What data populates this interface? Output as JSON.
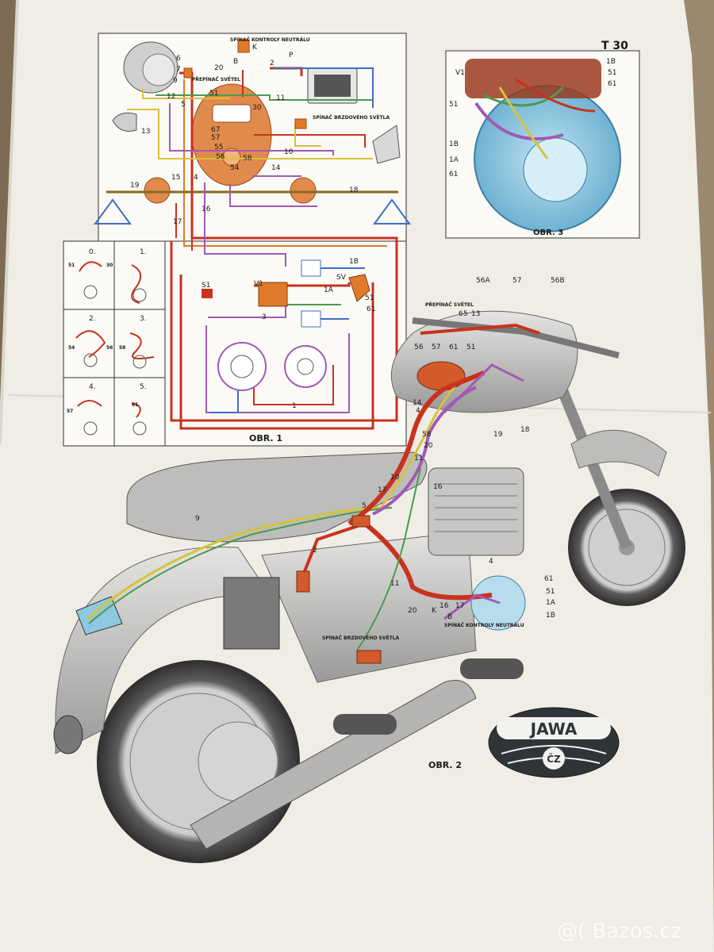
{
  "sheet": {
    "model_code": "T 30",
    "figures": {
      "fig1": "OBR. 1",
      "fig2": "OBR. 2",
      "fig3": "OBR. 3"
    },
    "logo_text": "JAWA",
    "logo_mark": "ČZ"
  },
  "schematic": {
    "switch_neutral": "SPÍNAČ KONTROLY NEUTRÁLU",
    "light_switch": "PŘEPÍNAČ SVĚTEL",
    "brake_switch": "SPÍNAČ BRZDOVÉHO SVĚTLA",
    "wire_numbers": [
      "6",
      "7",
      "9",
      "12",
      "13",
      "5",
      "2",
      "20",
      "K",
      "B",
      "P",
      "11",
      "10",
      "4",
      "14",
      "15",
      "16",
      "17",
      "18",
      "19",
      "1",
      "3",
      "51",
      "61",
      "1A",
      "1B",
      "SV",
      "V1",
      "S1"
    ],
    "dial_numbers": [
      "57",
      "67",
      "30",
      "56",
      "58",
      "54",
      "55",
      "51"
    ]
  },
  "switch_positions": {
    "cells": [
      {
        "pos": "0."
      },
      {
        "pos": "1."
      },
      {
        "pos": "2."
      },
      {
        "pos": "3."
      },
      {
        "pos": "4."
      },
      {
        "pos": "5."
      }
    ],
    "terminals": [
      "51",
      "30",
      "54",
      "56",
      "58",
      "57",
      "61"
    ]
  },
  "generator_detail": {
    "labels": [
      "V1",
      "1B",
      "51",
      "61",
      "51",
      "1B",
      "1A",
      "61"
    ]
  },
  "motorcycle": {
    "light_switch": "PŘEPÍNAČ SVĚTEL",
    "brake_switch": "SPÍNAČ BRZDOVÉHO SVĚTLA",
    "neutral_switch": "SPÍNAČ KONTROLY NEUTRÁLU",
    "callouts": [
      "56A",
      "57",
      "56B",
      "56",
      "57",
      "61",
      "51",
      "5",
      "6",
      "13",
      "14",
      "4",
      "58",
      "20",
      "11",
      "10",
      "17",
      "16",
      "19",
      "18",
      "2",
      "4",
      "11",
      "20",
      "K",
      "B",
      "16",
      "17",
      "5",
      "61",
      "51",
      "1A",
      "1B",
      "9"
    ]
  },
  "watermark": "@( Bazos.cz",
  "colors": {
    "paper": "#efede6",
    "wood": "#8a7a62",
    "wire_red": "#c8321e",
    "wire_orange": "#e07a2a",
    "wire_purple": "#a05ab4",
    "wire_green": "#4d9a4e",
    "wire_yellow": "#d8c23a",
    "wire_blue": "#3f6fc0",
    "speedo_orange": "#e08a4c",
    "generator_blue": "#8ec8e0"
  }
}
